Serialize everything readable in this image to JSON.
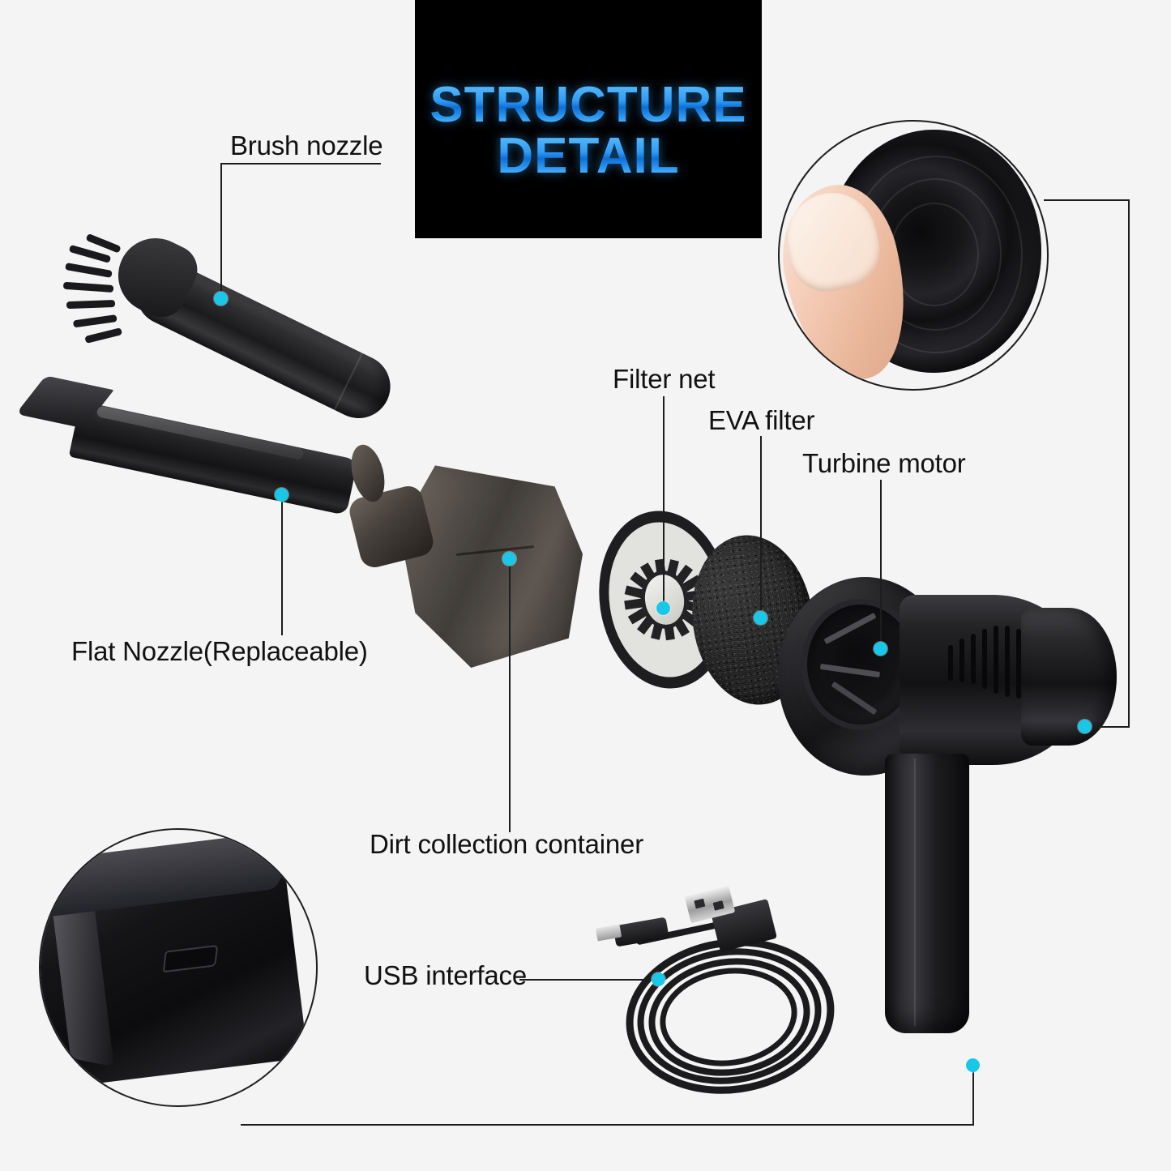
{
  "title": {
    "line1": "STRUCTURE",
    "line2": "DETAIL",
    "accent_color": "#2f9cf4",
    "background_color": "#000000"
  },
  "background_color": "#f4f4f4",
  "marker_color": "#19c8e8",
  "leader_color": "#1d1d1d",
  "labels": [
    {
      "id": "brush-nozzle",
      "text": "Brush nozzle"
    },
    {
      "id": "flat-nozzle",
      "text": "Flat Nozzle(Replaceable)"
    },
    {
      "id": "dirt-collection-container",
      "text": "Dirt collection container"
    },
    {
      "id": "filter-net",
      "text": "Filter net"
    },
    {
      "id": "eva-filter",
      "text": "EVA filter"
    },
    {
      "id": "turbine-motor",
      "text": "Turbine motor"
    },
    {
      "id": "usb-interface",
      "text": "USB interface"
    }
  ],
  "parts": {
    "brush_nozzle": "brush-nozzle-part",
    "flat_nozzle": "flat-nozzle-part",
    "dust_cup": "dirt-collection-container-part",
    "filter_net": "filter-net-part",
    "eva_filter": "eva-filter-part",
    "motor_body": "turbine-motor-part",
    "handle": "handle-part",
    "usb_cable": "usb-cable-part"
  },
  "insets": {
    "power_button": "power-button-closeup",
    "usb_port": "usb-charging-port-closeup"
  }
}
